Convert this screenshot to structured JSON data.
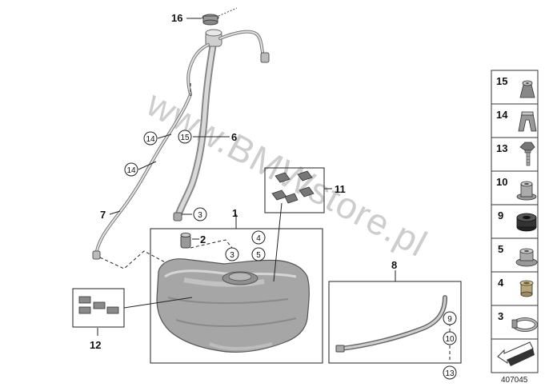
{
  "watermark": "www.BMWstore.pl",
  "diagram_ref": "407045",
  "callouts": {
    "c1": "1",
    "c2": "2",
    "c6": "6",
    "c7": "7",
    "c8": "8",
    "c11": "11",
    "c12": "12",
    "c16": "16"
  },
  "circled": {
    "k14a": "14",
    "k15": "15",
    "k14b": "14",
    "k3a": "3",
    "k4": "4",
    "k5": "5",
    "k3b": "3",
    "k9": "9",
    "k10": "10",
    "k13": "13"
  },
  "sidebar": {
    "items": [
      {
        "num": "15",
        "part": "clip-nut"
      },
      {
        "num": "14",
        "part": "spring-clip"
      },
      {
        "num": "13",
        "part": "bolt"
      },
      {
        "num": "10",
        "part": "collar-nut"
      },
      {
        "num": "9",
        "part": "rubber-grommet"
      },
      {
        "num": "5",
        "part": "hex-nut"
      },
      {
        "num": "4",
        "part": "spacer-sleeve"
      },
      {
        "num": "3",
        "part": "hose-clamp"
      },
      {
        "num": "",
        "part": "arrow-symbol"
      }
    ]
  }
}
